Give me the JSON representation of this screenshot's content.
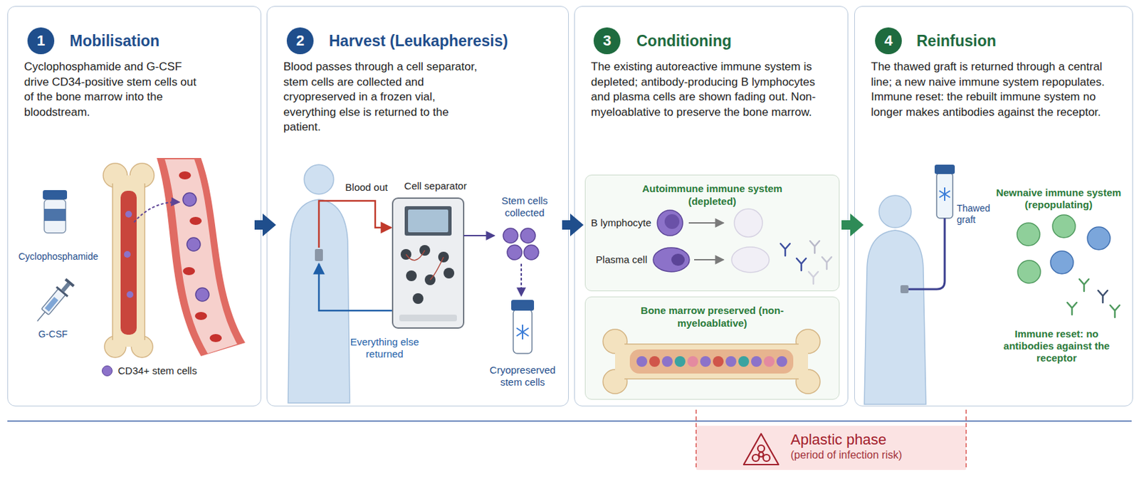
{
  "diagram": {
    "nodes": [
      {
        "text": [
          "Mobilisation",
          "Cyclophosphamide and G-CSF drive CD34-positive stem cells out of the bone marrow into the bloodstream."
        ]
      },
      {
        "text": [
          "1"
        ],
        "in": 0
      },
      {
        "text": [
          "Harvest (Leukapheresis)",
          "Blood passes through a cell separator, stem cells are collected and cryopreserved in a frozen vial, everything else is returned to the patient."
        ]
      },
      {
        "text": [
          "2"
        ],
        "in": 2
      },
      {
        "text": [
          "Conditioning",
          "The existing autoreactive immune system is depleted; antibody-producing B lymphocytes and plasma cells are shown fading out. Non-myeloablative to preserve the bone marrow."
        ]
      },
      {
        "text": [
          "3"
        ],
        "in": 4
      },
      {
        "text": [
          "Autoimmune immune system (depleted)"
        ],
        "in": 4
      },
      {
        "text": [
          "Bone marrow preserved (non-myeloablative)"
        ],
        "in": 4
      },
      {
        "text": [
          "Reinfusion",
          "The thawed graft is returned through a central line; a new naive immune system repopulates. Immune reset: the rebuilt immune system no longer makes antibodies against the receptor."
        ]
      },
      {
        "text": [
          "4"
        ],
        "in": 8
      },
      {
        "text": [
          "Aplastic phase",
          "(period of infection risk)"
        ]
      }
    ],
    "edges": [
      {
        "from": 0,
        "to": 2,
        "arrow": "to"
      },
      {
        "from": 2,
        "to": 4,
        "arrow": "to"
      },
      {
        "from": 4,
        "to": 8,
        "arrow": "to"
      }
    ],
    "labels": [
      "Cyclophosphamide",
      "G-CSF",
      "Blood out",
      "Cell separator",
      "Stem cells collected",
      "Everything else returned",
      "Cryopreserved stem cells",
      "B lymphocyte",
      "Plasma cell",
      "Thawed graft",
      "Newnaive immune system (repopulating)",
      "Immune reset: no antibodies against the receptor"
    ],
    "legend": [
      {
        "text": "CD34+ stem cells",
        "color": "#8c72c9"
      }
    ]
  }
}
